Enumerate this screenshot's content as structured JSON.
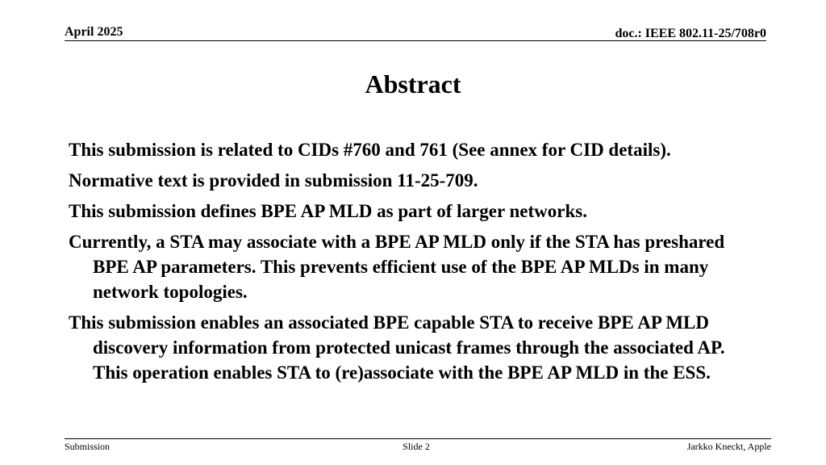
{
  "header": {
    "date": "April 2025",
    "doc_id": "doc.: IEEE 802.11-25/708r0"
  },
  "slide": {
    "title": "Abstract",
    "paragraphs": [
      "This submission is related to CIDs #760 and 761 (See annex for CID details).",
      "Normative text is provided in submission 11-25-709.",
      "This submission defines BPE AP MLD  as part of larger networks.",
      "Currently, a STA may associate with a BPE AP MLD only if the STA has preshared BPE AP parameters. This prevents efficient use of the BPE AP MLDs in many network topologies.",
      "This submission enables an associated BPE capable STA to receive BPE AP MLD discovery information from protected unicast frames through the associated AP. This operation enables STA to (re)associate with the BPE AP MLD in the ESS."
    ]
  },
  "footer": {
    "left": "Submission",
    "center": "Slide 2",
    "right": "Jarkko Kneckt, Apple"
  }
}
